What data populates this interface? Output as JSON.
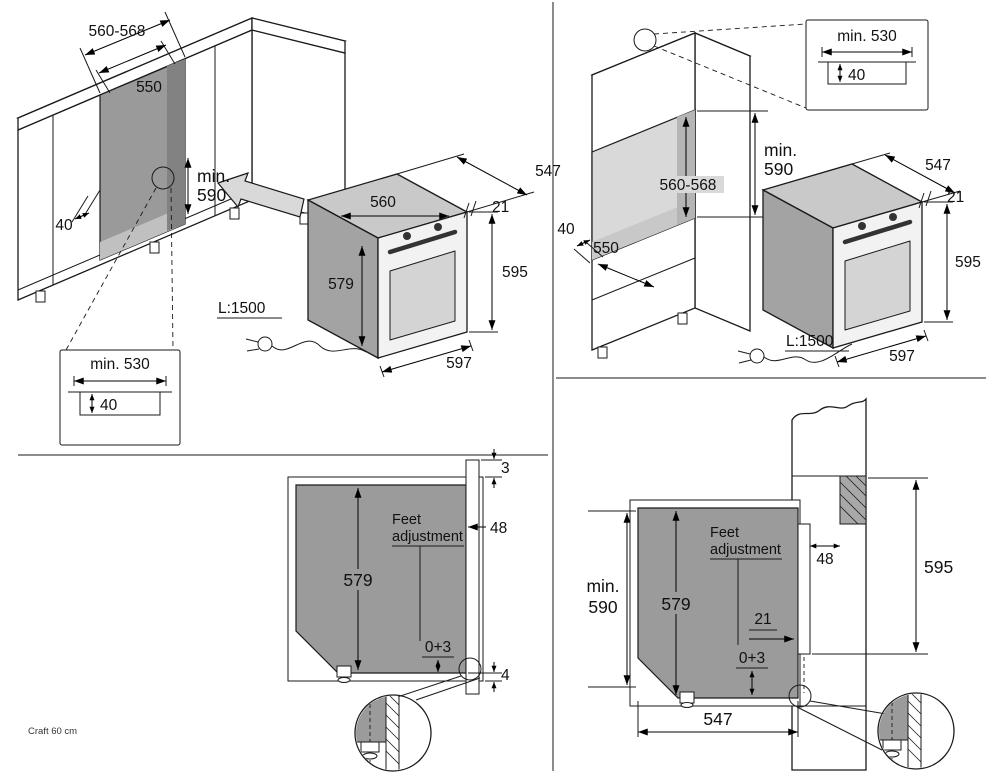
{
  "colors": {
    "outline": "#1a1a1a",
    "oven_top_gray": "#c9c9c9",
    "oven_side_gray": "#a3a3a3",
    "section_gray": "#9b9b9b",
    "niche_dark_gray": "#9a9a9a"
  },
  "footer": {
    "note": "Craft 60 cm"
  },
  "top_left": {
    "cabinet_width_range": "560-568",
    "opening_width": "550",
    "min_depth_label": "min.",
    "min_depth_value": "590",
    "front_clearance": "40",
    "oven_top_width": "560",
    "oven_front_height": "579",
    "oven_depth": "547",
    "frame_offset": "21",
    "oven_height": "595",
    "oven_width": "597",
    "cord_length": "L:1500",
    "inset_min_width": "min. 530",
    "inset_recess_depth": "40"
  },
  "top_right": {
    "inset_min_width": "min. 530",
    "inset_recess_depth": "40",
    "min_depth_label": "min.",
    "min_depth_value": "590",
    "niche_height_range": "560-568",
    "front_clearance": "40",
    "inner_depth": "550",
    "oven_depth": "547",
    "frame_offset": "21",
    "oven_height": "595",
    "oven_width": "597",
    "cord_length": "L:1500"
  },
  "bottom_left": {
    "top_gap": "3",
    "feet_word1": "Feet",
    "feet_word2": "adjustment",
    "front_panel_depth": "48",
    "cavity_height": "579",
    "foot_adjust_range": "0+3",
    "bottom_gap": "4"
  },
  "bottom_right": {
    "min_depth_label": "min.",
    "min_depth_value": "590",
    "cavity_height": "579",
    "feet_word1": "Feet",
    "feet_word2": "adjustment",
    "front_panel_depth": "48",
    "oven_height": "595",
    "frame_offset": "21",
    "foot_adjust_range": "0+3",
    "oven_width": "547"
  }
}
